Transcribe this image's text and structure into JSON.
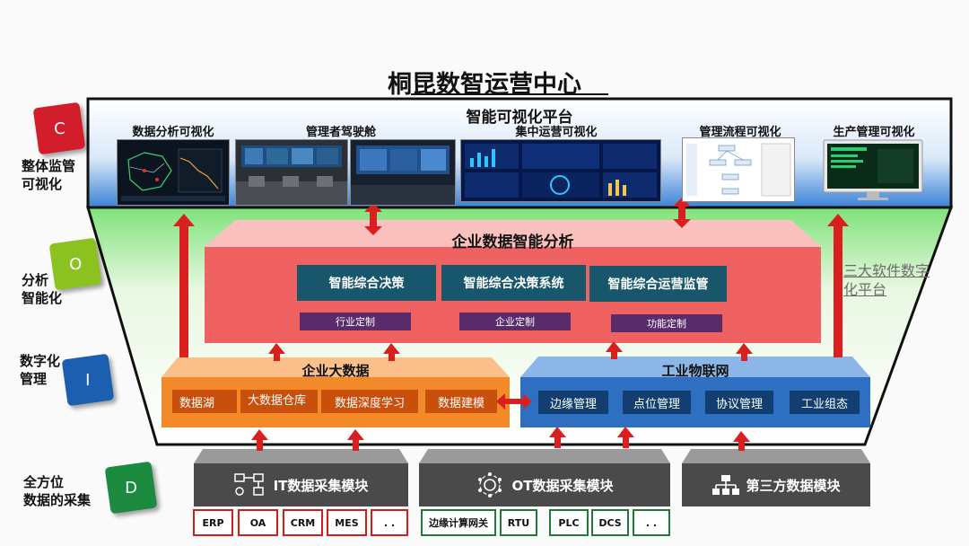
{
  "title": "桐昆数智运营中心",
  "levels": [
    {
      "letter": "C",
      "label_lines": [
        "整体监管",
        "可视化"
      ],
      "color": "#d11e2a"
    },
    {
      "letter": "O",
      "label_lines": [
        "分析",
        "智能化"
      ],
      "color": "#8cc21f"
    },
    {
      "letter": "I",
      "label_lines": [
        "数字化",
        "管理"
      ],
      "color": "#1c5fb0"
    },
    {
      "letter": "D",
      "label_lines": [
        "全方位",
        "数据的采集"
      ],
      "color": "#1c8a3f"
    }
  ],
  "viz_platform": {
    "title": "智能可视化平台",
    "items": [
      {
        "label": "数据分析可视化"
      },
      {
        "label": "管理者驾驶舱"
      },
      {
        "label": "集中运营可视化"
      },
      {
        "label": "管理流程可视化"
      },
      {
        "label": "生产管理可视化"
      }
    ]
  },
  "analysis": {
    "title": "企业数据智能分析",
    "buttons": [
      "智能综合决策",
      "智能综合决策系统",
      "智能综合运营监管"
    ],
    "tags": [
      "行业定制",
      "企业定制",
      "功能定制"
    ]
  },
  "side_note": "三大软件数字化平台",
  "big_data": {
    "title": "企业大数据",
    "items": [
      "数据湖",
      "大数据仓库",
      "数据深度学习",
      "数据建模"
    ]
  },
  "iot": {
    "title": "工业物联网",
    "items": [
      "边缘管理",
      "点位管理",
      "协议管理",
      "工业组态"
    ]
  },
  "modules": [
    {
      "label": "IT数据采集模块",
      "icon": "it-flow-icon"
    },
    {
      "label": "OT数据采集模块",
      "icon": "network-gear-icon"
    },
    {
      "label": "第三方数据模块",
      "icon": "org-chart-icon"
    }
  ],
  "it_sources": [
    "ERP",
    "OA",
    "CRM",
    "MES",
    ". ."
  ],
  "ot_sources": [
    "边缘计算网关",
    "RTU",
    "PLC",
    "DCS",
    ". ."
  ],
  "colors": {
    "viz_band": "#3b82d6",
    "analysis_box": "#f06262",
    "big_data_box": "#f28a2a",
    "iot_box": "#2f6fc2",
    "module_box": "#4a4a4a",
    "arrow": "#d9201e"
  }
}
